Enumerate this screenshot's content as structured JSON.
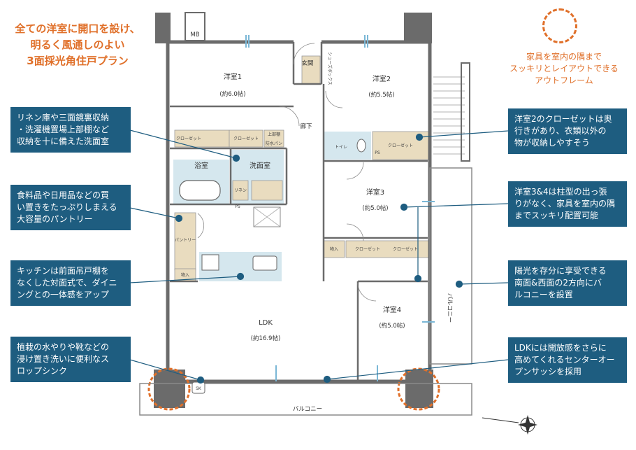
{
  "headline": [
    "全ての洋室に開口を設け、",
    "明るく風通しのよい",
    "3面採光角住戸プラン"
  ],
  "legend": {
    "text": [
      "家具を室内の隅まで",
      "スッキリとレイアウトできる",
      "アウトフレーム"
    ],
    "color": "#e0702a"
  },
  "callouts": {
    "linen": [
      "リネン庫や三面鏡裏収納",
      "・洗濯機置場上部棚など",
      "収納を十に備えた洗面室"
    ],
    "pantry": [
      "食料品や日用品などの買",
      "い置きをたっぷりしまえる",
      "大容量のパントリー"
    ],
    "kitchen": [
      "キッチンは前面吊戸棚を",
      "なくした対面式で、ダイニ",
      "ングとの一体感をアップ"
    ],
    "slop": [
      "植栽の水やりや靴などの",
      "浸け置き洗いに便利なス",
      "ロップシンク"
    ],
    "closet2": [
      "洋室2のクローゼットは奥",
      "行きがあり、衣類以外の",
      "物が収納しやすそう"
    ],
    "room34": [
      "洋室3&4は柱型の出っ張",
      "りがなく、家具を室内の隅",
      "までスッキリ配置可能"
    ],
    "sun": [
      "陽光を存分に享受できる",
      "南面&西面の2方向にバ",
      "ルコニーを設置"
    ],
    "ldk": [
      "LDKには開放感をさらに",
      "高めてくれるセンターオー",
      "プンサッシを採用"
    ]
  },
  "rooms": {
    "yoshitsu1": {
      "name": "洋室1",
      "area": "(約6.0帖)"
    },
    "yoshitsu2": {
      "name": "洋室2",
      "area": "(約5.5帖)"
    },
    "yoshitsu3": {
      "name": "洋室3",
      "area": "(約5.0帖)"
    },
    "yoshitsu4": {
      "name": "洋室4",
      "area": "(約5.0帖)"
    },
    "ldk": {
      "name": "LDK",
      "area": "(約16.9帖)"
    },
    "bath": {
      "name": "浴室"
    },
    "washroom": {
      "name": "洗面室"
    },
    "toilet": {
      "name": "トイレ"
    },
    "hall": {
      "name": "廊下"
    },
    "entrance": {
      "name": "玄関"
    }
  },
  "labels": {
    "mb": "MB",
    "shoes": "シューズボックス",
    "closet": "クローゼット",
    "shelf": "上部棚",
    "pan": "防水パン",
    "linen": "リネン",
    "ps": "PS",
    "pantry": "パントリー",
    "storage": "物入",
    "balcony_s": "バルコニー",
    "balcony_w": "バルコニー",
    "sk": "SK"
  },
  "colors": {
    "callout": "#1e5d80",
    "accent": "#e0702a",
    "storage": "#e9dcbf",
    "wet": "#d5e7ee",
    "wall": "#6b6b6b"
  }
}
